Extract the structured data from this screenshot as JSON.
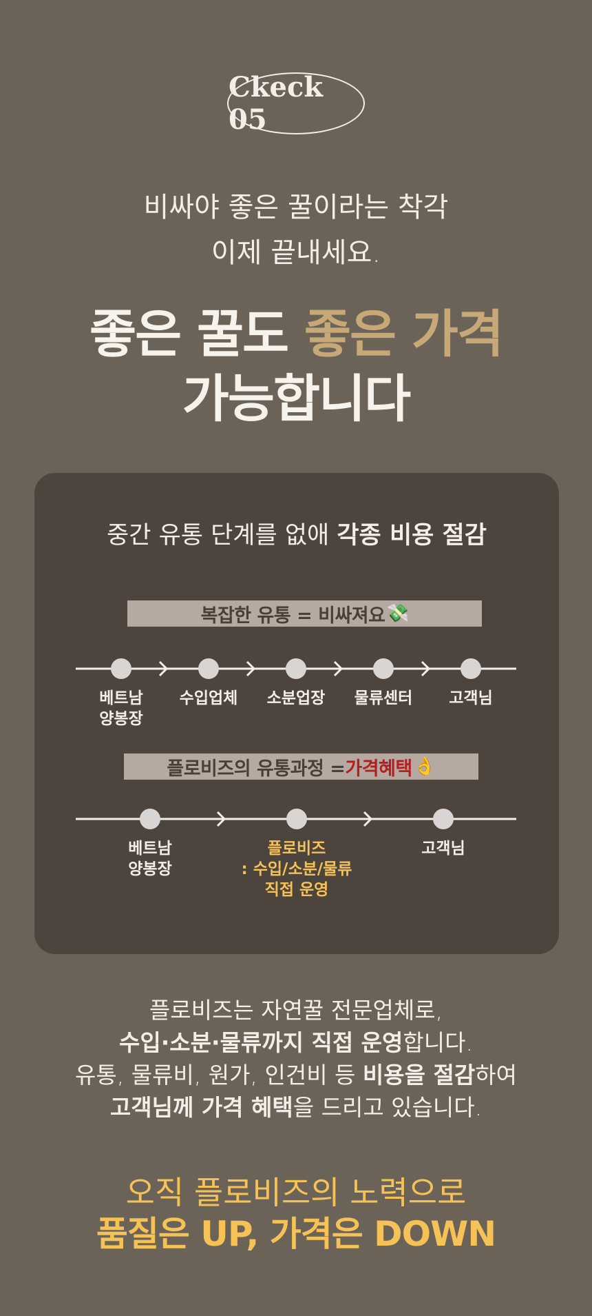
{
  "badge": "Ckeck 05",
  "intro": {
    "line1": "비싸야 좋은 꿀이라는 착각",
    "line2": "이제 끝내세요."
  },
  "headline": {
    "part1": "좋은 꿀도 ",
    "part2_gold": "좋은 가격",
    "line2": "가능합니다"
  },
  "card": {
    "title_normal": "중간 유통 단계를 없애 ",
    "title_bold": "각종 비용 절감",
    "complex": {
      "label": "복잡한 유통 = 비싸져요",
      "emoji": "💸",
      "nodes": [
        {
          "line1": "베트남",
          "line2": "양봉장"
        },
        {
          "line1": "수입업체",
          "line2": ""
        },
        {
          "line1": "소분업장",
          "line2": ""
        },
        {
          "line1": "물류센터",
          "line2": ""
        },
        {
          "line1": "고객님",
          "line2": ""
        }
      ]
    },
    "direct": {
      "label_prefix": "플로비즈의 유통과정 = ",
      "label_red": "가격혜택",
      "emoji": "👌",
      "nodes": [
        {
          "line1": "베트남",
          "line2": "양봉장",
          "line3": ""
        },
        {
          "line1": "플로비즈",
          "line2": ": 수입/소분/물류",
          "line3": "직접 운영"
        },
        {
          "line1": "고객님",
          "line2": "",
          "line3": ""
        }
      ]
    }
  },
  "outro": {
    "l1": "플로비즈는 자연꿀 전문업체로,",
    "l2_bold": "수입·소분·물류까지 직접 운영",
    "l2_rest": "합니다.",
    "l3_pre": "유통, 물류비, 원가, 인건비 등 ",
    "l3_bold": "비용을 절감",
    "l3_rest": "하여",
    "l4_bold": "고객님께 가격 혜택",
    "l4_rest": "을 드리고 있습니다."
  },
  "final": {
    "line1": "오직 플로비즈의 노력으로",
    "line2": "품질은 UP, 가격은 DOWN"
  },
  "colors": {
    "background": "#6b6358",
    "card": "#4d453d",
    "gold": "#c7a877",
    "yellow": "#f4c257",
    "red": "#b31f1f"
  }
}
